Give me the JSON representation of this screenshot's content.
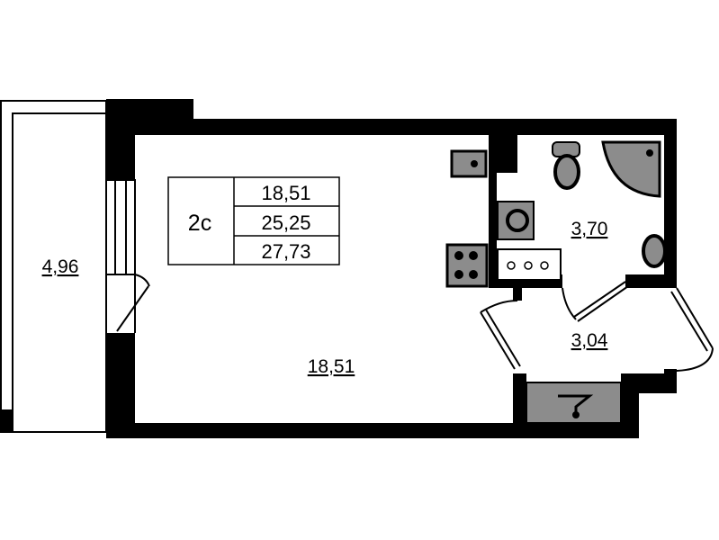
{
  "apartment": {
    "type_label": "2с",
    "living_area": "18,51",
    "total_area": "25,25",
    "total_with_balcony": "27,73"
  },
  "rooms": {
    "balcony": "4,96",
    "main_room": "18,51",
    "bathroom": "3,70",
    "hallway": "3,04"
  },
  "colors": {
    "wall": "#000000",
    "fixture": "#8c8c8c",
    "background": "#ffffff"
  }
}
